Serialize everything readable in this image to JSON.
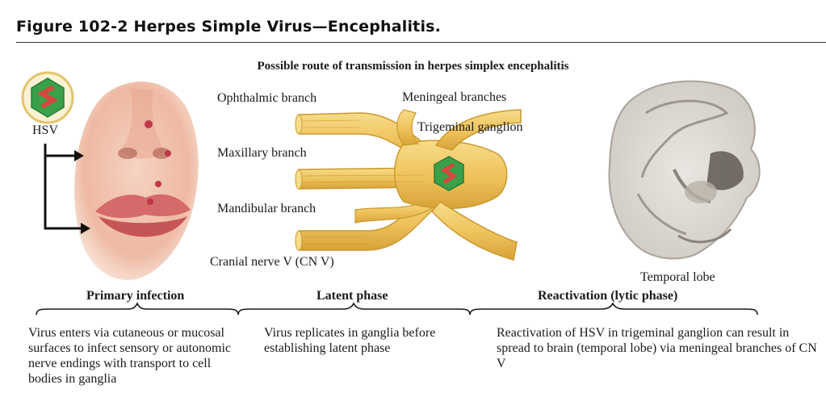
{
  "figure": {
    "title": "Figure 102-2  Herpes Simple Virus—Encephalitis.",
    "subtitle": "Possible route of transmission in herpes simplex encephalitis"
  },
  "labels": {
    "hsv": "HSV",
    "ophthalmic": "Ophthalmic branch",
    "maxillary": "Maxillary branch",
    "mandibular": "Mandibular branch",
    "cranial_nerve": "Cranial nerve V (CN V)",
    "meningeal": "Meningeal branches",
    "trigeminal": "Trigeminal ganglion",
    "temporal": "Temporal lobe"
  },
  "phases": [
    {
      "name": "Primary infection",
      "description": "Virus enters via cutaneous or mucosal surfaces to infect sensory or autonomic nerve endings with transport to cell bodies in ganglia"
    },
    {
      "name": "Latent phase",
      "description": "Virus replicates in ganglia before establishing latent phase"
    },
    {
      "name": "Reactivation (lytic phase)",
      "description": "Reactivation of HSV in trigeminal ganglion can result in spread to brain (temporal lobe) via meningeal branches of CN V"
    }
  ],
  "colors": {
    "nerve_fill": "#f0c862",
    "nerve_edge": "#c99a2e",
    "virus_green": "#3aa04a",
    "virus_red": "#d6483f",
    "skin": "#f2c4ae",
    "lesion": "#c0364a"
  }
}
